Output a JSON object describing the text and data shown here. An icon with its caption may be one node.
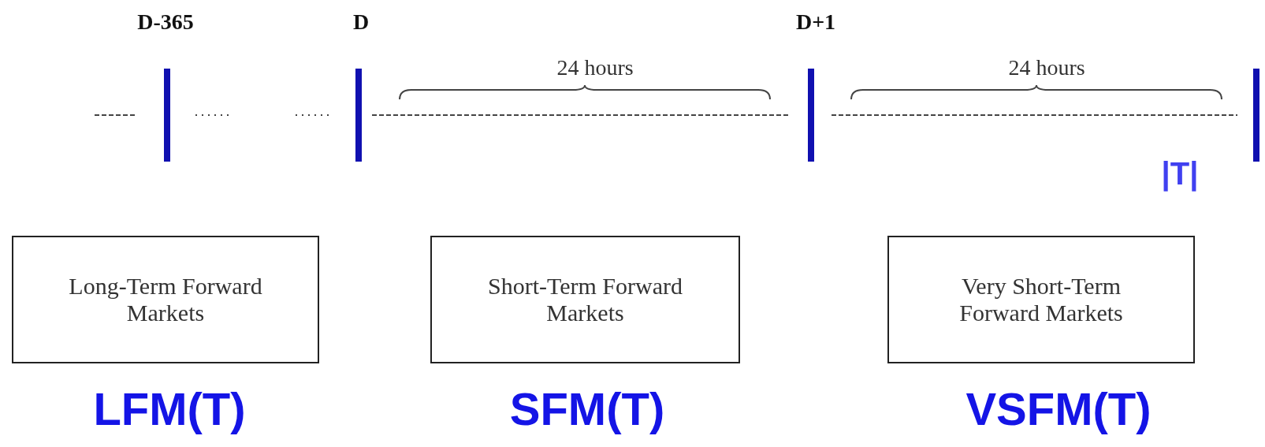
{
  "diagram": {
    "nodes": [
      {
        "text": [
          "Long-Term Forward Markets"
        ],
        "beside": [
          "LFM(T)"
        ]
      },
      {
        "text": [
          "Short-Term Forward Markets"
        ],
        "beside": [
          "SFM(T)"
        ]
      },
      {
        "text": [
          "Very Short-Term Forward Markets"
        ],
        "beside": [
          "VSFM(T)"
        ]
      }
    ],
    "labels": [
      "D-365",
      "D",
      "D+1",
      "24 hours",
      "24 hours",
      "|T|"
    ]
  }
}
